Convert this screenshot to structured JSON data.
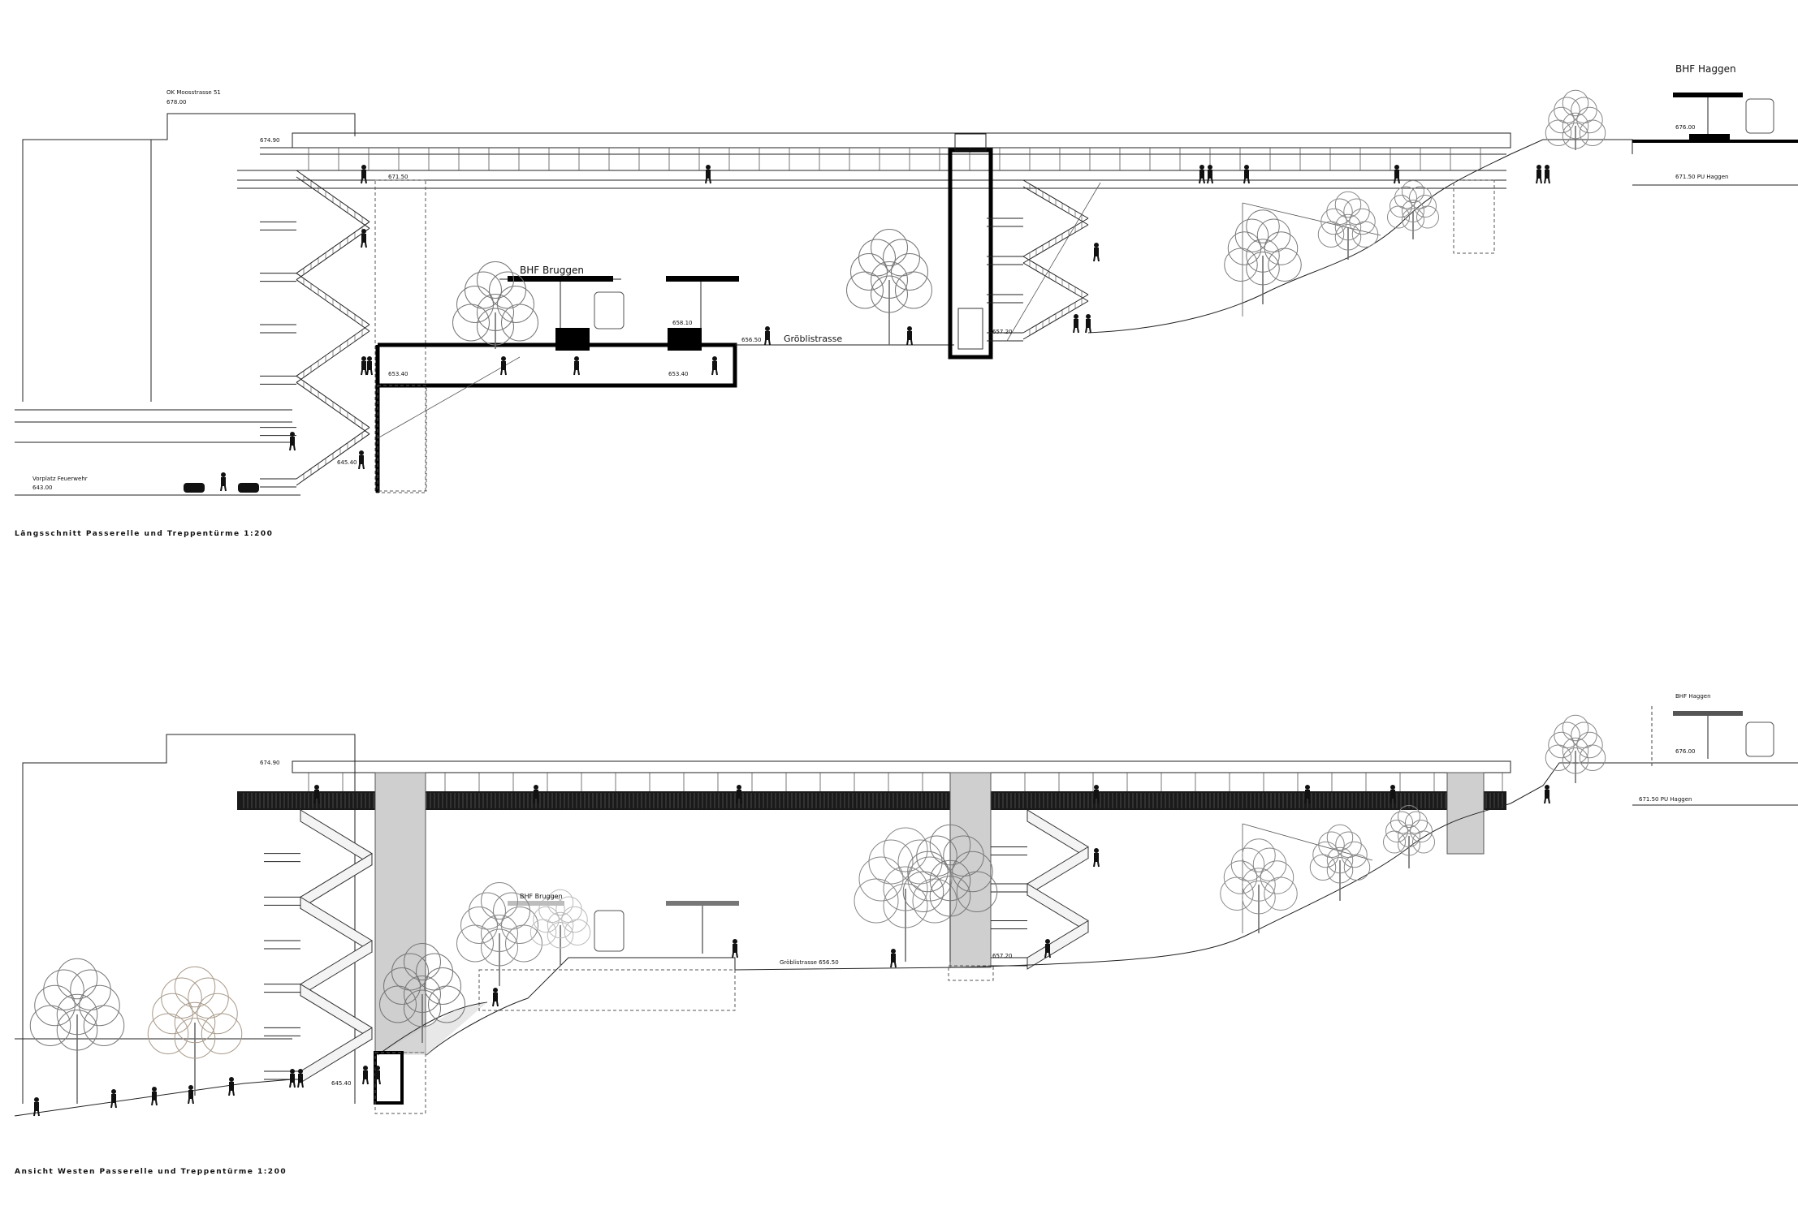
{
  "section_top": {
    "caption": "Längsschnitt Passerelle und Treppentürme 1:200",
    "labels": {
      "ok_moosstrasse": "OK Moosstrasse 51",
      "ok_moosstrasse_level": "678.00",
      "level_674_90": "674.90",
      "level_671_50": "671.50",
      "level_658_10": "658.10",
      "level_656_50": "656.50",
      "level_657_20": "657.20",
      "level_653_40_a": "653.40",
      "level_653_40_b": "653.40",
      "level_645_40": "645.40",
      "vorplatz": "Vorplatz Feuerwehr",
      "vorplatz_level": "643.00",
      "groeblistrasse": "Gröblistrasse",
      "bhf_bruggen": "BHF Bruggen",
      "bhf_haggen": "BHF Haggen",
      "level_676_00": "676.00",
      "pu_haggen": "671.50  PU Haggen"
    }
  },
  "elevation_bottom": {
    "caption": "Ansicht  Westen Passerelle und Treppentürme  1:200",
    "labels": {
      "level_674_90": "674.90",
      "bhf_bruggen": "BHF Bruggen",
      "groeblistrasse_level": "Gröblistrasse    656.50",
      "level_657_20": "657.20",
      "level_645_40": "645.40",
      "bhf_haggen": "BHF Haggen",
      "level_676_00": "676.00",
      "pu_haggen": "671.50  PU Haggen"
    }
  },
  "colors": {
    "ink": "#000000",
    "tower_fill": "#cfcfcf",
    "tree": "#8a8a8a"
  }
}
